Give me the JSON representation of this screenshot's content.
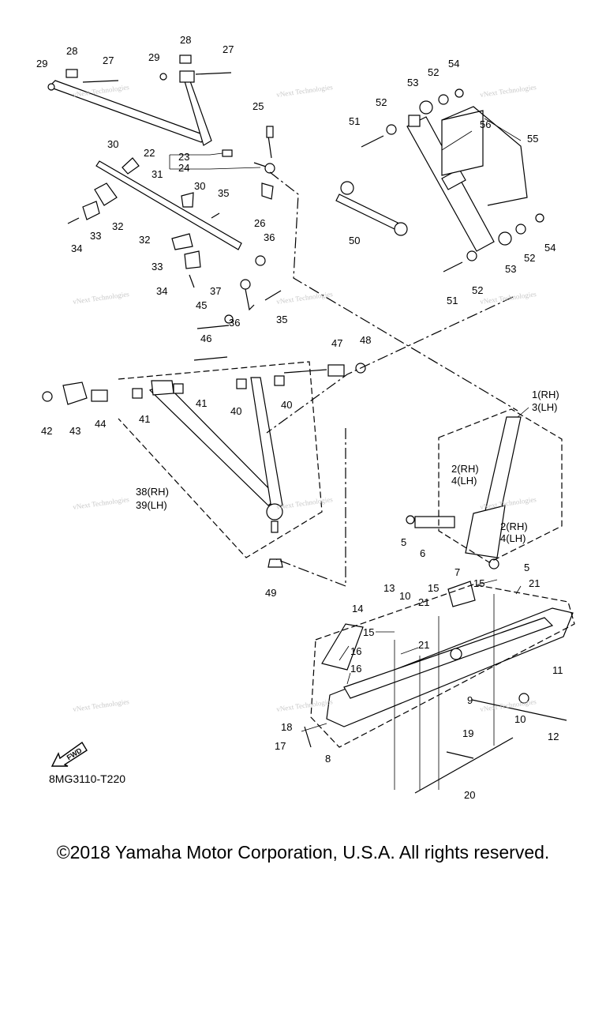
{
  "diagram_code": "8MG3110-T220",
  "copyright": "©2018 Yamaha Motor Corporation, U.S.A. All rights reserved.",
  "fwd_label": "FWD",
  "watermark": "vNext Technologies",
  "callouts": {
    "c1": "1(RH)",
    "c3": "3(LH)",
    "c2a": "2(RH)",
    "c4a": "4(LH)",
    "c2b": "2(RH)",
    "c4b": "4(LH)",
    "c5a": "5",
    "c5b": "5",
    "c6": "6",
    "c7": "7",
    "c8": "8",
    "c9": "9",
    "c10a": "10",
    "c10b": "10",
    "c11": "11",
    "c12": "12",
    "c13": "13",
    "c14": "14",
    "c15a": "15",
    "c15b": "15",
    "c15c": "15",
    "c16a": "16",
    "c16b": "16",
    "c17": "17",
    "c18": "18",
    "c19": "19",
    "c20": "20",
    "c21a": "21",
    "c21b": "21",
    "c21c": "21",
    "c22": "22",
    "c23": "23",
    "c24": "24",
    "c25": "25",
    "c26": "26",
    "c27a": "27",
    "c27b": "27",
    "c28a": "28",
    "c28b": "28",
    "c29a": "29",
    "c29b": "29",
    "c30a": "30",
    "c30b": "30",
    "c31": "31",
    "c32a": "32",
    "c32b": "32",
    "c33a": "33",
    "c33b": "33",
    "c34a": "34",
    "c34b": "34",
    "c35a": "35",
    "c35b": "35",
    "c36a": "36",
    "c36b": "36",
    "c37": "37",
    "c38": "38(RH)",
    "c39": "39(LH)",
    "c40a": "40",
    "c40b": "40",
    "c41a": "41",
    "c41b": "41",
    "c42": "42",
    "c43": "43",
    "c44": "44",
    "c45": "45",
    "c46": "46",
    "c47": "47",
    "c48": "48",
    "c49": "49",
    "c50": "50",
    "c51a": "51",
    "c51b": "51",
    "c52a": "52",
    "c52b": "52",
    "c52c": "52",
    "c52d": "52",
    "c53a": "53",
    "c53b": "53",
    "c54a": "54",
    "c54b": "54",
    "c55": "55",
    "c56": "56"
  }
}
